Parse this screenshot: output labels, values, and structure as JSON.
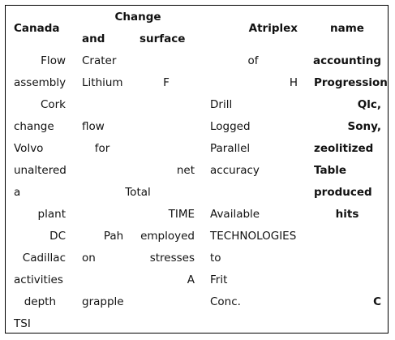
{
  "table": {
    "header": {
      "canada": "Canada",
      "change": "Change",
      "and": "and",
      "surface": "surface",
      "atriplex": "Atriplex",
      "name": "name"
    },
    "rows": [
      [
        "Flow",
        "Crater",
        "of",
        "accounting"
      ],
      [
        "assembly",
        "Lithium",
        "F",
        "H",
        "Progression"
      ],
      [
        "Cork",
        "Drill",
        "Qlc,"
      ],
      [
        "change",
        "flow",
        "Logged",
        "Sony,"
      ],
      [
        "Volvo",
        "for",
        "Parallel",
        "zeolitized"
      ],
      [
        "unaltered",
        "net",
        "accuracy",
        "Table"
      ],
      [
        "a",
        "Total",
        "produced"
      ],
      [
        "plant",
        "TIME",
        "Available",
        "hits"
      ],
      [
        "DC",
        "Pah",
        "employed",
        "TECHNOLOGIES"
      ],
      [
        "Cadillac",
        "on",
        "stresses",
        "to"
      ],
      [
        "activities",
        "A",
        "Frit"
      ],
      [
        "depth",
        "grapple",
        "Conc.",
        "C"
      ],
      [
        "TSI"
      ]
    ]
  }
}
